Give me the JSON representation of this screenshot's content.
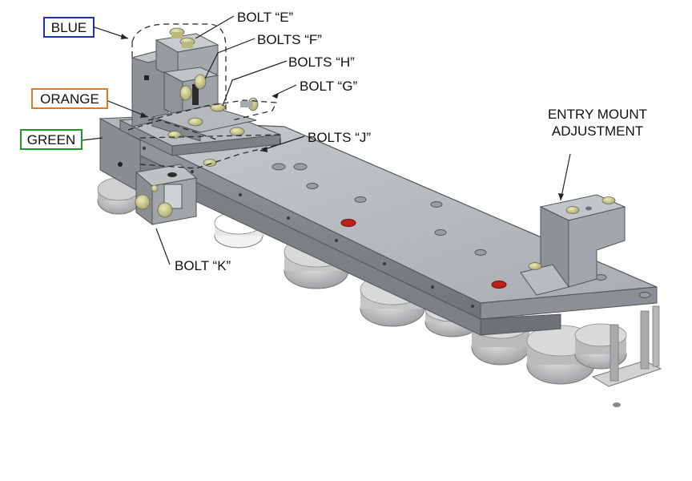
{
  "labels": {
    "blue": "BLUE",
    "orange": "ORANGE",
    "green": "GREEN",
    "bolt_e": "BOLT “E”",
    "bolts_f": "BOLTS “F”",
    "bolts_h": "BOLTS “H”",
    "bolt_g": "BOLT “G”",
    "bolts_j": "BOLTS “J”",
    "bolt_k": "BOLT “K”",
    "entry_mount_line1": "ENTRY MOUNT",
    "entry_mount_line2": "ADJUSTMENT"
  },
  "colors": {
    "blue_box": "#1f2fb8",
    "orange_box": "#e07a1f",
    "green_box": "#1f9a2f",
    "metal_top": "#b9bcc0",
    "metal_side": "#8f9296",
    "metal_dark": "#6e7175",
    "bolt_yellow": "#cfcf8a",
    "red_hole": "#c0201c"
  }
}
